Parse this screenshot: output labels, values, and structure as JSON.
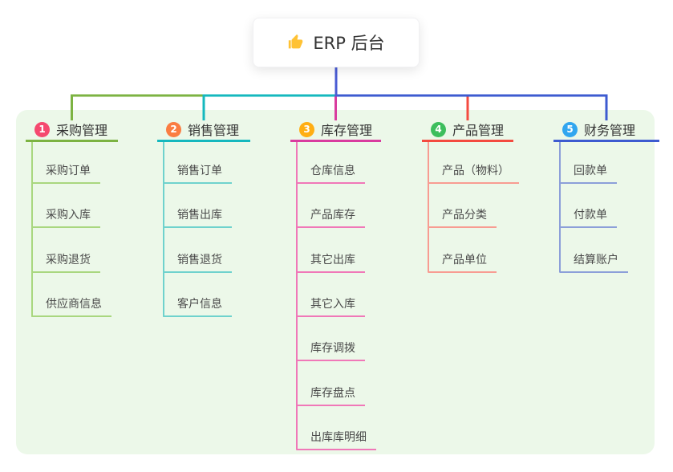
{
  "root": {
    "title": "ERP 后台",
    "icon": "thumbs-up-icon",
    "icon_color": "#FFC234"
  },
  "panel": {
    "background": "#ECF8E9"
  },
  "connector": {
    "root_line_color": "#4A5CD4"
  },
  "branches": [
    {
      "badge": "1",
      "badge_color": "#F5496F",
      "label": "采购管理",
      "line_color": "#7CB342",
      "light_line_color": "#A9D77F",
      "children": [
        "采购订单",
        "采购入库",
        "采购退货",
        "供应商信息"
      ]
    },
    {
      "badge": "2",
      "badge_color": "#FA7D42",
      "label": "销售管理",
      "line_color": "#15B8BE",
      "light_line_color": "#6FD2CD",
      "children": [
        "销售订单",
        "销售出库",
        "销售退货",
        "客户信息"
      ]
    },
    {
      "badge": "3",
      "badge_color": "#FFAE13",
      "label": "库存管理",
      "line_color": "#D93C9F",
      "light_line_color": "#F078B8",
      "children": [
        "仓库信息",
        "产品库存",
        "其它出库",
        "其它入库",
        "库存调拨",
        "库存盘点",
        "出库库明细"
      ]
    },
    {
      "badge": "4",
      "badge_color": "#3DBE5D",
      "label": "产品管理",
      "line_color": "#F44B40",
      "light_line_color": "#F89C92",
      "children": [
        "产品（物料）",
        "产品分类",
        "产品单位"
      ]
    },
    {
      "badge": "5",
      "badge_color": "#31A6EF",
      "label": "财务管理",
      "line_color": "#3D5BD0",
      "light_line_color": "#8C9FD9",
      "children": [
        "回款单",
        "付款单",
        "结算账户"
      ]
    }
  ]
}
